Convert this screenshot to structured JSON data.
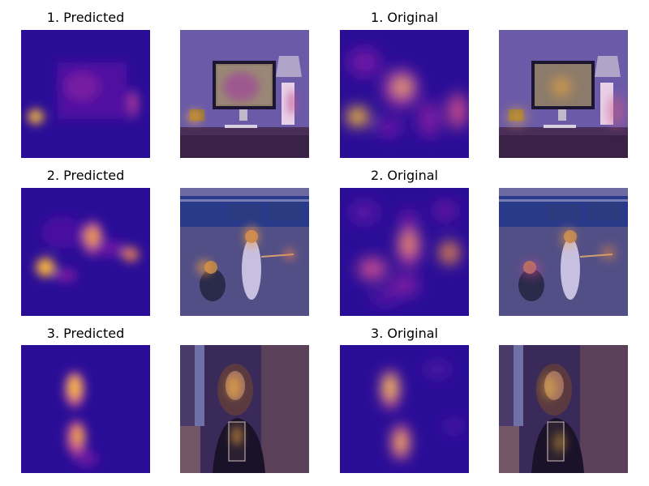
{
  "figure": {
    "rows": [
      {
        "predicted_title": "1. Predicted",
        "original_title": "1. Original",
        "scene": "desk-with-computer"
      },
      {
        "predicted_title": "2. Predicted",
        "original_title": "2. Original",
        "scene": "baseball-batter"
      },
      {
        "predicted_title": "3. Predicted",
        "original_title": "3. Original",
        "scene": "woman-holding-card"
      }
    ],
    "colormap": "plasma",
    "colors": {
      "heatmap_low": "#2a0d97",
      "heatmap_mid": "#c93fa0",
      "heatmap_high": "#ffe33a"
    }
  }
}
